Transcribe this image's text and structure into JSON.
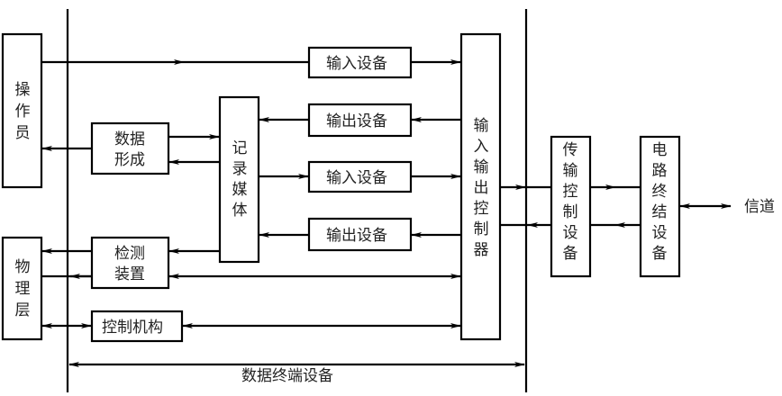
{
  "diagram": {
    "title": "数据终端设备",
    "line_color": "#000000",
    "text_color": "#222222",
    "blocks": {
      "operator": "操作员",
      "physical_layer": "物理层",
      "data_formation": [
        "数据",
        "形成"
      ],
      "detection_device": [
        "检测",
        "装置"
      ],
      "control_mechanism": "控制机构",
      "recording_medium": "记录媒体",
      "input_device_1": "输入设备",
      "output_device_1": "输出设备",
      "input_device_2": "输入设备",
      "output_device_2": "输出设备",
      "io_controller": "输入输出控制器",
      "transmission_control_device": "传输控制设备",
      "circuit_termination_device": "电路终结设备",
      "channel": "信道"
    },
    "connections": [
      {
        "from": "操作员",
        "to": "输入设备",
        "direction": "forward"
      },
      {
        "from": "输入设备",
        "to": "输入输出控制器",
        "direction": "forward"
      },
      {
        "from": "操作员",
        "to": "数据形成",
        "direction": "backward"
      },
      {
        "from": "数据形成",
        "to": "记录媒体",
        "direction": "bidirectional"
      },
      {
        "from": "输入输出控制器",
        "to": "输出设备",
        "direction": "forward"
      },
      {
        "from": "输出设备",
        "to": "记录媒体",
        "direction": "forward"
      },
      {
        "from": "记录媒体",
        "to": "输入设备",
        "direction": "forward"
      },
      {
        "from": "输入设备",
        "to": "输入输出控制器",
        "direction": "forward"
      },
      {
        "from": "检测装置",
        "to": "物理层",
        "direction": "forward"
      },
      {
        "from": "记录媒体",
        "to": "检测装置",
        "direction": "forward"
      },
      {
        "from": "物理层",
        "to": "检测装置",
        "direction": "bidirectional"
      },
      {
        "from": "检测装置",
        "to": "输入输出控制器",
        "direction": "bidirectional"
      },
      {
        "from": "物理层",
        "to": "控制机构",
        "direction": "bidirectional"
      },
      {
        "from": "控制机构",
        "to": "输入输出控制器",
        "direction": "bidirectional"
      },
      {
        "from": "输入输出控制器",
        "to": "传输控制设备",
        "direction": "bidirectional"
      },
      {
        "from": "传输控制设备",
        "to": "电路终结设备",
        "direction": "bidirectional"
      },
      {
        "from": "电路终结设备",
        "to": "信道",
        "direction": "bidirectional"
      }
    ]
  }
}
